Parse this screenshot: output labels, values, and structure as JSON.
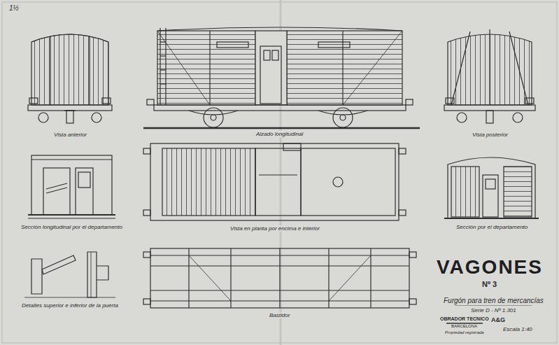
{
  "diagram": {
    "title": "VAGONES",
    "labels": [
      "1½",
      "Vista anterior",
      "Alzado longitudinal",
      "Vista posterior",
      "Sección longitudinal por el departamento",
      "Vista en planta por encima e interior",
      "Sección por el departamento",
      "Detalles superior e inferior de la puerta",
      "Bastidor",
      "Nº 3",
      "Furgón para tren de mercancías",
      "Serie D - Nº 1.301",
      "OBRADOR TECNICO",
      "BARCELONA",
      "A&G",
      "Propiedad registrada",
      "Escala 1:40"
    ]
  }
}
